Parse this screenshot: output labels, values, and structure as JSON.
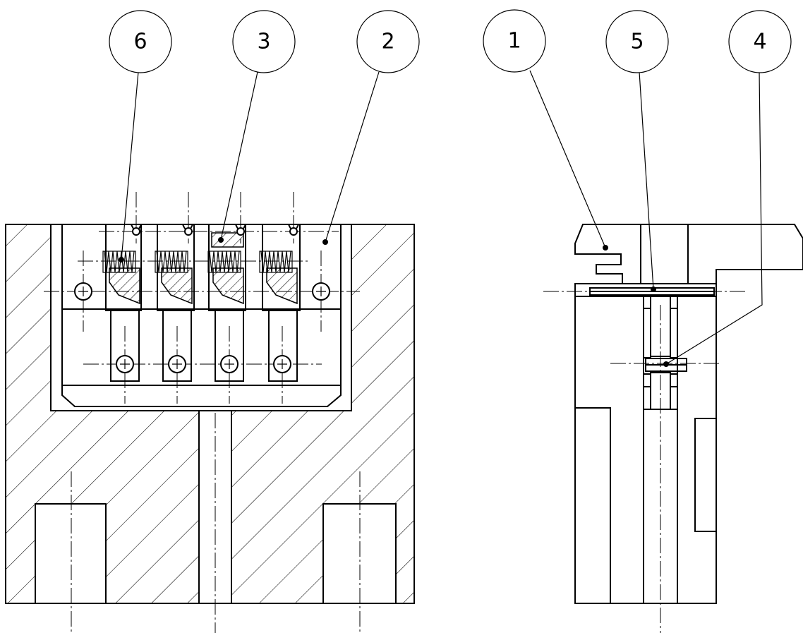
{
  "drawing": {
    "callouts": [
      "6",
      "3",
      "2",
      "1",
      "5",
      "4"
    ]
  }
}
